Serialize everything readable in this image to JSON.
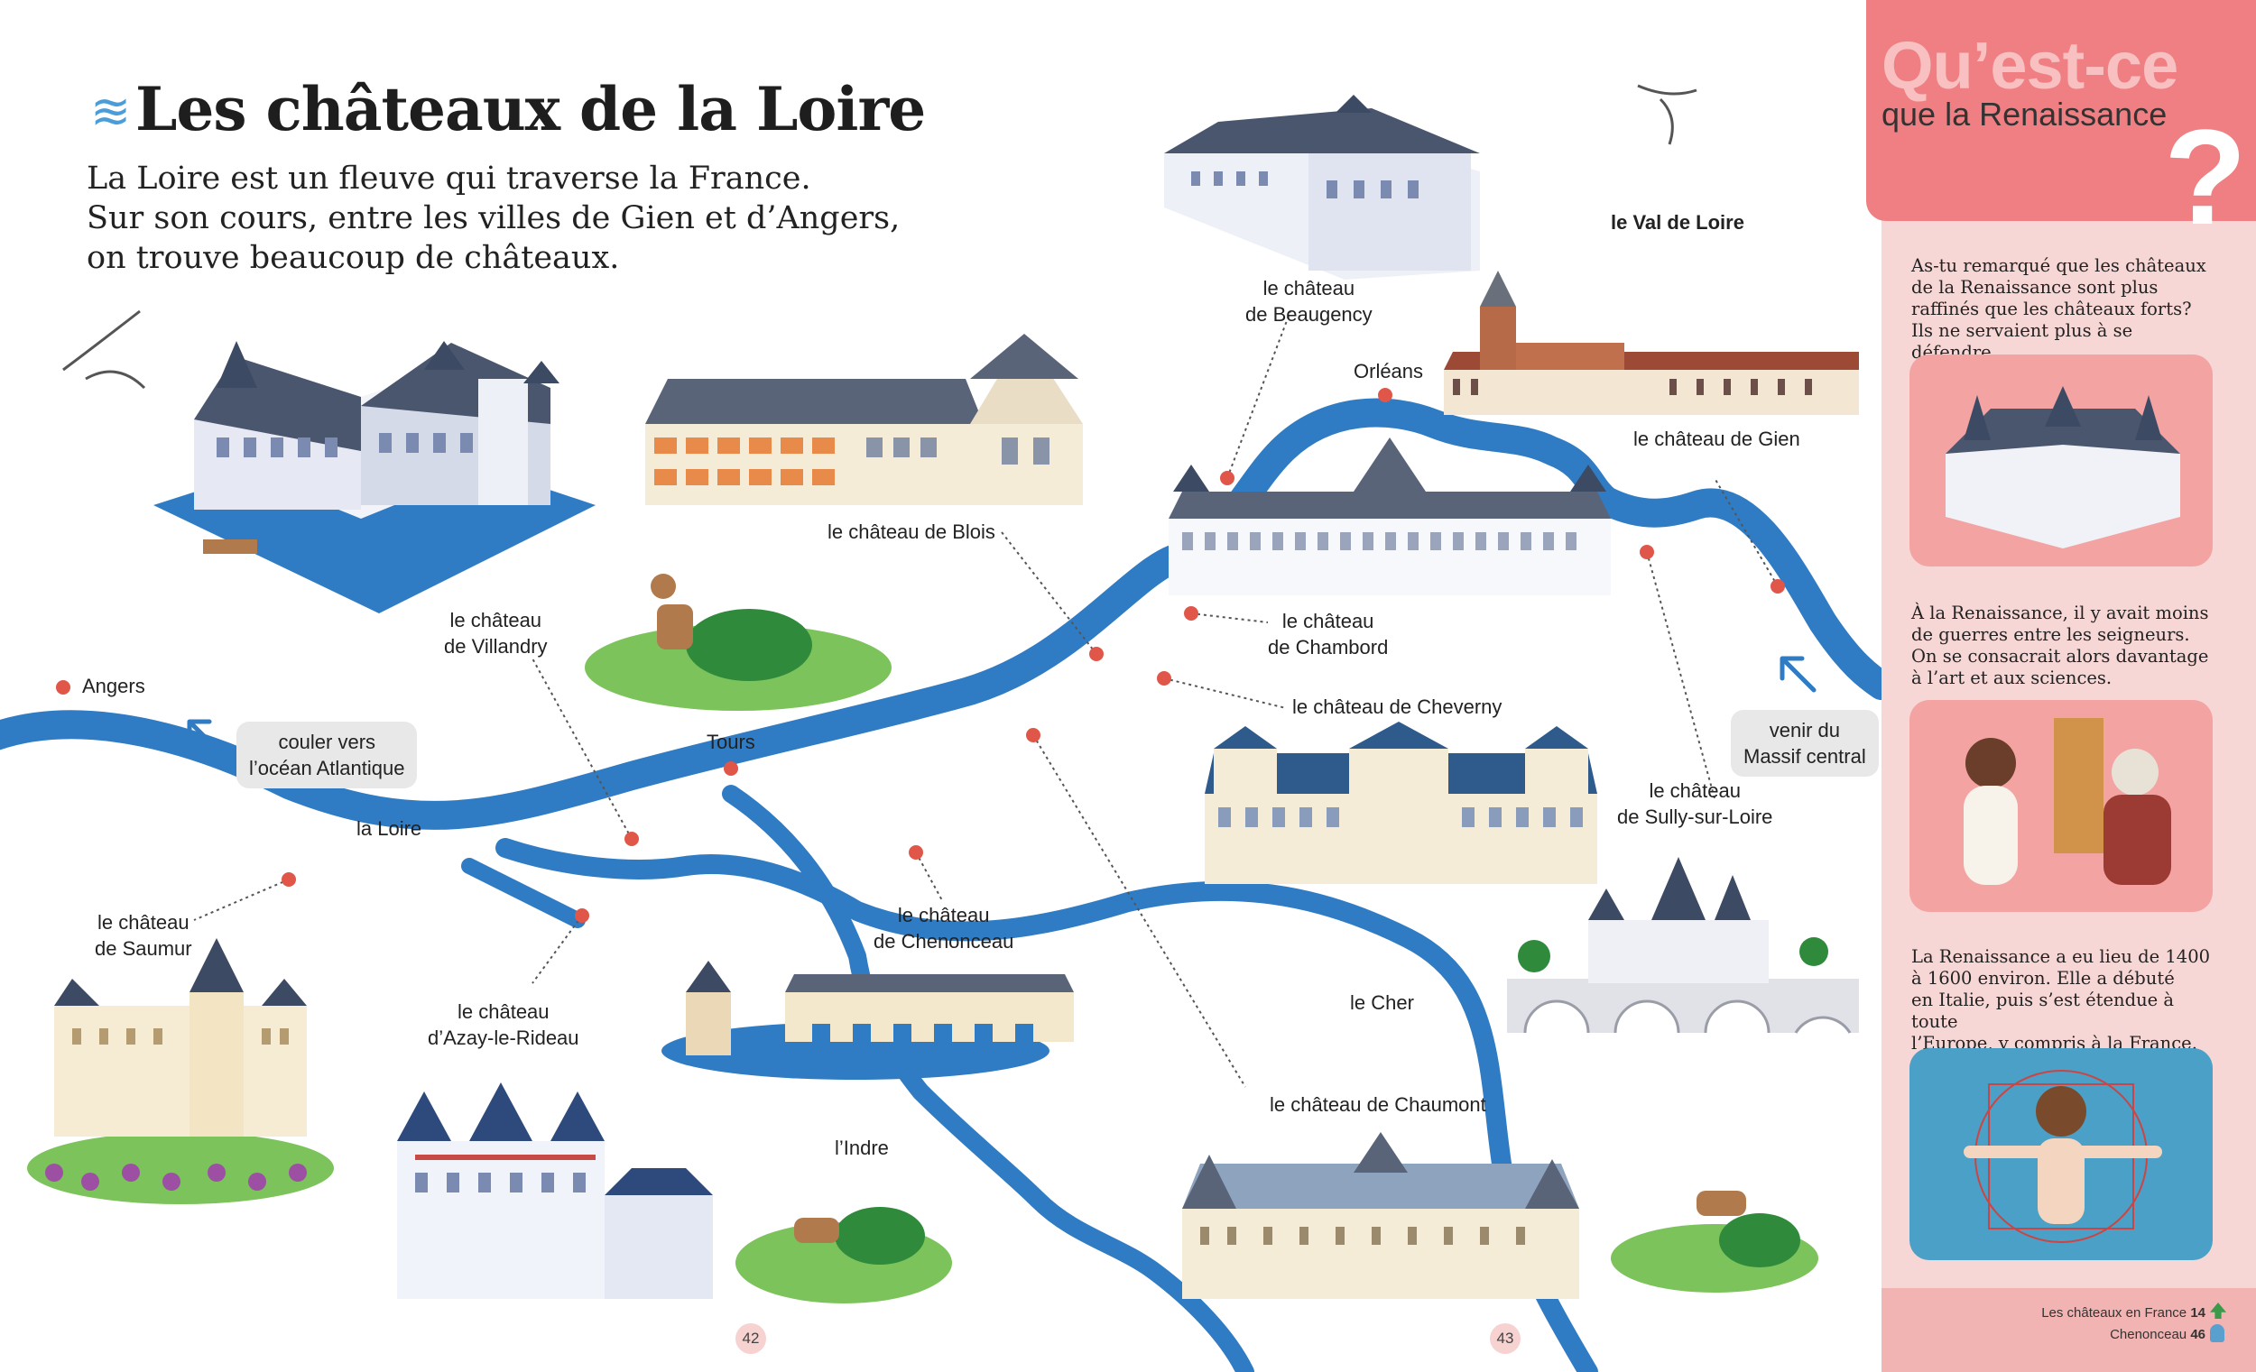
{
  "title": "Les châteaux de la Loire",
  "intro": [
    "La Loire est un fleuve qui traverse la France.",
    "Sur son cours, entre les villes de Gien et d’Angers,",
    "on trouve beaucoup de châteaux."
  ],
  "labels": {
    "val_de_loire": "le Val de Loire",
    "beaugency": [
      "le château",
      "de Beaugency"
    ],
    "orleans": "Orléans",
    "gien": "le château de Gien",
    "blois": "le château de Blois",
    "chambord": [
      "le château",
      "de Chambord"
    ],
    "villandry": [
      "le château",
      "de Villandry"
    ],
    "angers": "Angers",
    "tours": "Tours",
    "loire": "la Loire",
    "cheverny": "le château de Cheverny",
    "sully": [
      "le château",
      "de Sully-sur-Loire"
    ],
    "saumur": [
      "le château",
      "de Saumur"
    ],
    "chenonceau": [
      "le château",
      "de Chenonceau"
    ],
    "azay": [
      "le château",
      "d’Azay-le-Rideau"
    ],
    "cher": "le Cher",
    "indre": "l’Indre",
    "chaumont": "le château de Chaumont"
  },
  "flow_boxes": {
    "ocean": [
      "couler vers",
      "l’océan Atlantique"
    ],
    "massif": [
      "venir du",
      "Massif central"
    ]
  },
  "page_numbers": [
    "42",
    "43"
  ],
  "sidebar": {
    "heading": "Qu’est-ce",
    "subheading": "que la Renaissance",
    "question_mark": "?",
    "paragraphs": [
      [
        "As-tu remarqué que les châteaux",
        "de la Renaissance sont plus",
        "raffinés que les châteaux forts?",
        "Ils ne servaient plus à se défendre."
      ],
      [
        "À la Renaissance, il y avait moins",
        "de guerres entre les seigneurs.",
        "On se consacrait alors davantage",
        "à l’art et aux sciences."
      ],
      [
        "La Renaissance a eu lieu de 1400",
        "à 1600 environ. Elle a débuté",
        "en Italie, puis s’est étendue à toute",
        "l’Europe, y compris à la France."
      ]
    ],
    "refs": [
      {
        "label": "Les châteaux en France",
        "page": "14"
      },
      {
        "label": "Chenonceau",
        "page": "46"
      }
    ]
  },
  "colors": {
    "river": "#2f7cc4",
    "dot": "#e0574a",
    "sidebar_bg": "#f7d7d5",
    "sidebar_head": "#ef7f82",
    "grass": "#6cbf4a",
    "roof": "#3d4a63"
  }
}
